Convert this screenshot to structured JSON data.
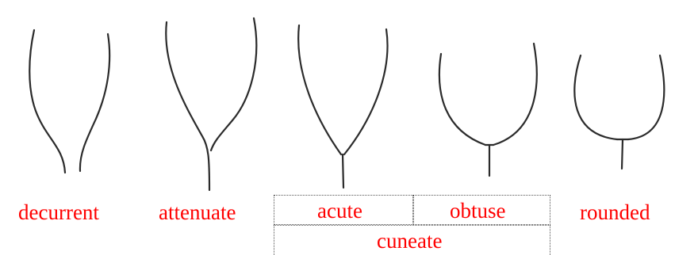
{
  "labels": {
    "decurrent": "decurrent",
    "attenuate": "attenuate",
    "acute": "acute",
    "obtuse": "obtuse",
    "rounded": "rounded",
    "cuneate": "cuneate"
  },
  "colors": {
    "label_text": "#ff0000",
    "line_drawing": "#2b2b2b"
  }
}
